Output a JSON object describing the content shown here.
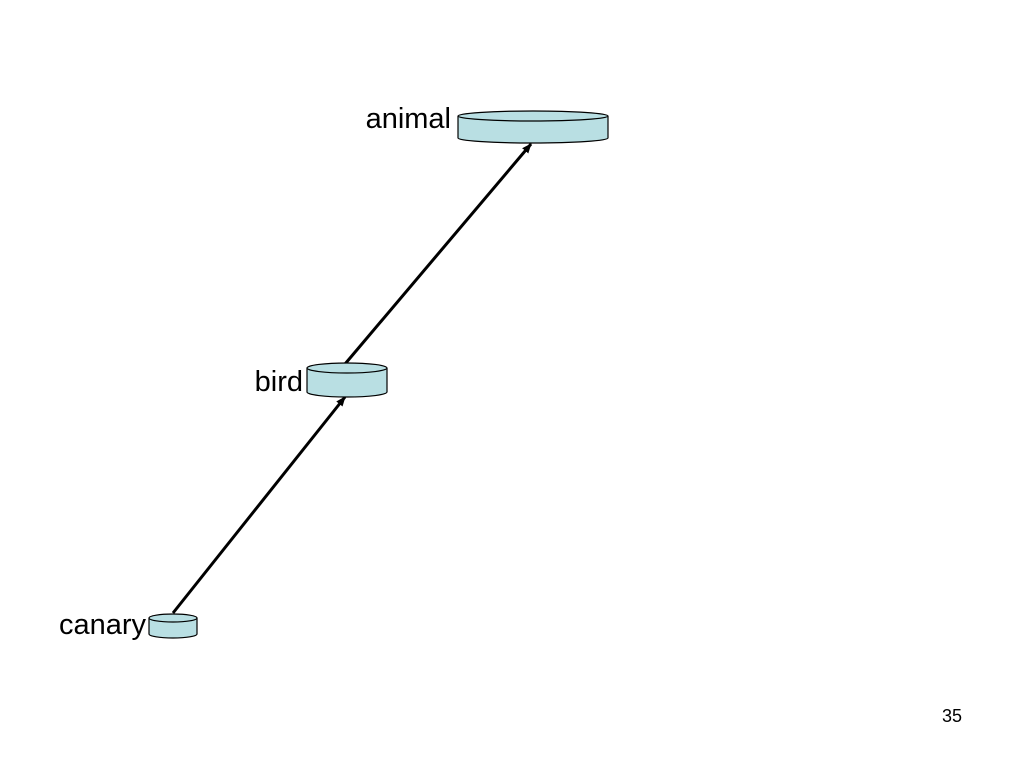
{
  "nodes": [
    {
      "id": "animal",
      "label": "animal"
    },
    {
      "id": "bird",
      "label": "bird"
    },
    {
      "id": "canary",
      "label": "canary"
    }
  ],
  "edges": [
    {
      "from": "canary",
      "to": "bird"
    },
    {
      "from": "bird",
      "to": "animal"
    }
  ],
  "colors": {
    "node_fill": "#b9dfe3",
    "node_stroke": "#000000",
    "edge": "#000000"
  },
  "page_number": "35"
}
